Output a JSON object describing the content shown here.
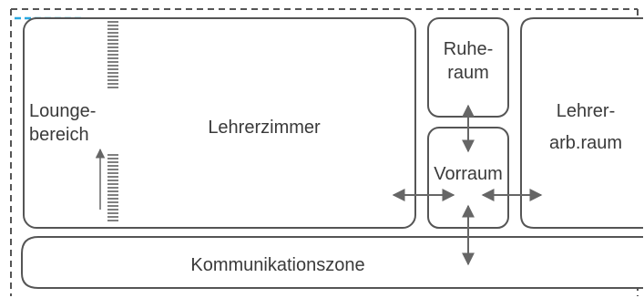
{
  "rooms": {
    "lounge": {
      "line1": "Lounge-",
      "line2": "bereich"
    },
    "lehrerzimmer": {
      "label": "Lehrerzimmer"
    },
    "ruheraum": {
      "line1": "Ruhe-",
      "line2": "raum"
    },
    "vorraum": {
      "label": "Vorraum"
    },
    "arbeitsraum": {
      "line1": "Lehrer-",
      "line2": "arb.raum"
    },
    "kommunikation": {
      "label": "Kommunikationszone"
    }
  },
  "colors": {
    "outline": "#555555",
    "dashed_border": "#555555",
    "accent_dash": "#29a8e0",
    "arrow": "#666666"
  }
}
